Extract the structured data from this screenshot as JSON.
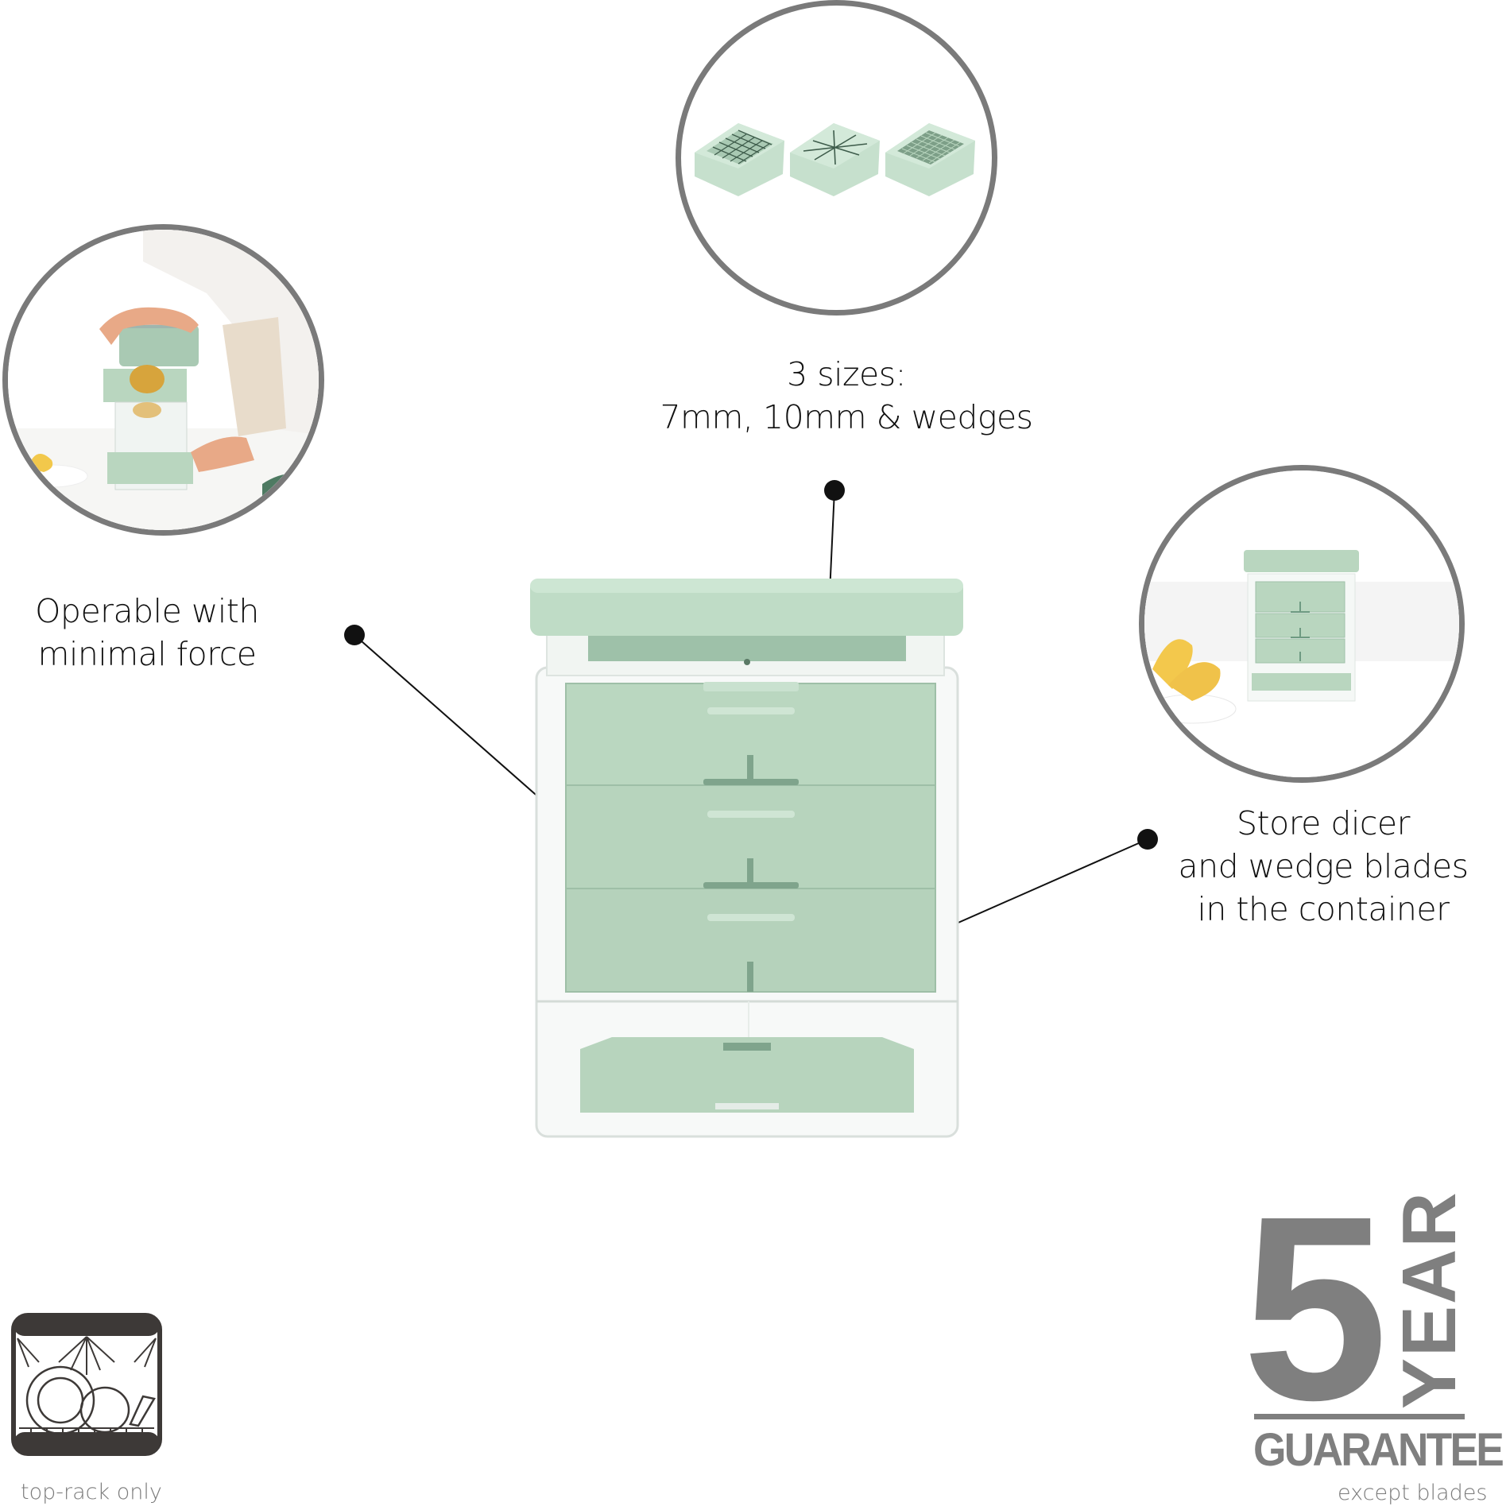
{
  "features": {
    "sizes": {
      "lines": [
        "3 sizes:",
        "7mm, 10mm & wedges"
      ],
      "image": "blade-inserts-photo"
    },
    "force": {
      "lines": [
        "Operable with",
        "minimal force"
      ],
      "image": "hands-pressing-dicer-photo"
    },
    "storage": {
      "lines": [
        "Store dicer",
        "and wedge blades",
        "in the container"
      ],
      "image": "stored-dicer-with-potato-wedges-photo"
    }
  },
  "product": {
    "name": "vegetable dicer with stored blades",
    "color": "#b9d6bf"
  },
  "dishwasher": {
    "icon": "dishwasher-icon",
    "label": "top-rack only"
  },
  "guarantee": {
    "number": "5",
    "unit": "YEAR",
    "word": "GUARANTEE",
    "note": "except blades",
    "color": "#7f7f7f"
  },
  "colors": {
    "circle_border": "#7a7a7a",
    "mint": "#b9d6bf",
    "mint_dark": "#6e9a82",
    "text": "#111111"
  }
}
